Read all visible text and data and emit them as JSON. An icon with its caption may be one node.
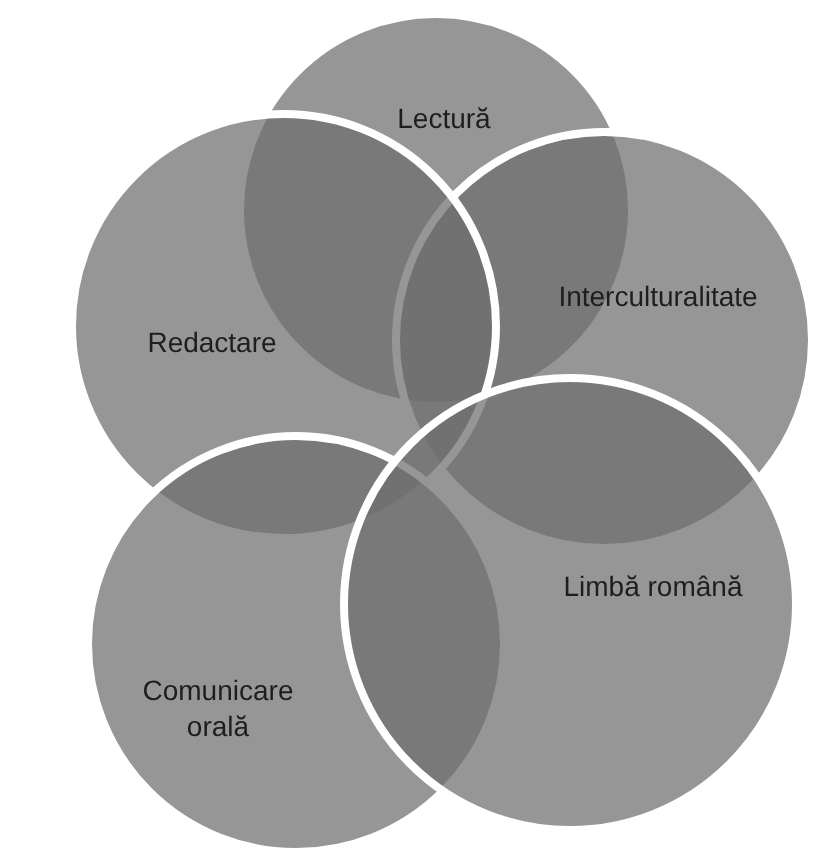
{
  "diagram": {
    "nodes": [
      {
        "text": [
          "Lectură"
        ]
      },
      {
        "text": [
          "Redactare"
        ]
      },
      {
        "text": [
          "Interculturalitate"
        ]
      },
      {
        "text": [
          "Limbă română"
        ]
      },
      {
        "text": [
          "Comunicare orală"
        ]
      }
    ]
  }
}
